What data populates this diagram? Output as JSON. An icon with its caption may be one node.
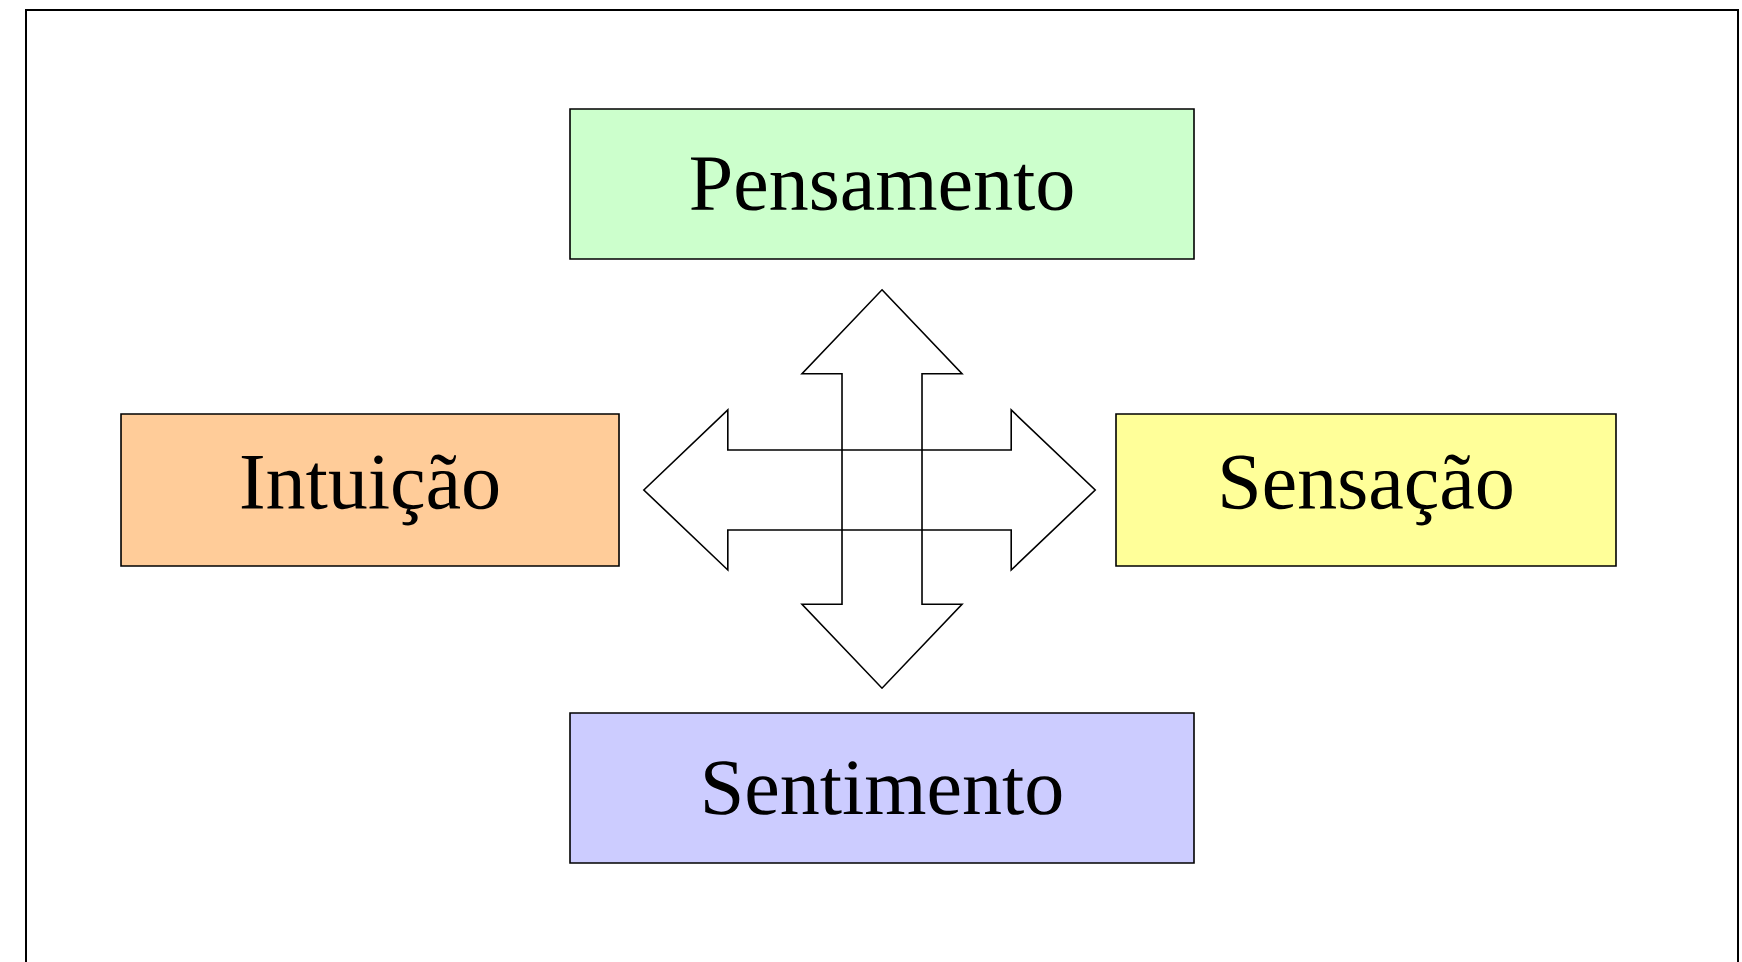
{
  "diagram": {
    "nodes": [
      {
        "text": [
          "Pensamento"
        ]
      },
      {
        "text": [
          "Intuição"
        ]
      },
      {
        "text": [
          "Sensação"
        ]
      },
      {
        "text": [
          "Sentimento"
        ]
      }
    ],
    "edges": [
      {
        "from": 0,
        "to": 3,
        "arrow": "both"
      },
      {
        "from": 1,
        "to": 2,
        "arrow": "both"
      }
    ]
  }
}
